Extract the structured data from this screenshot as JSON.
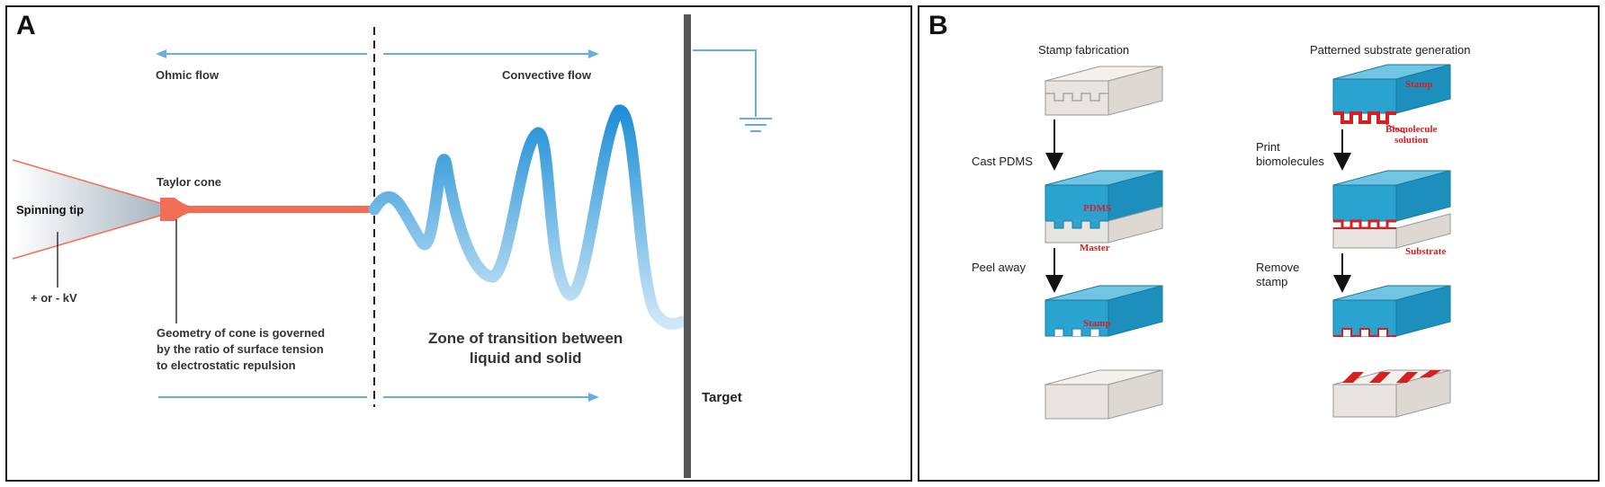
{
  "panel_a": {
    "letter": "A",
    "ohmic_flow": "Ohmic flow",
    "convective_flow": "Convective flow",
    "spinning_tip": "Spinning tip",
    "taylor_cone": "Taylor cone",
    "voltage": "+ or - kV",
    "geometry_note": [
      "Geometry of cone is governed",
      "by the ratio of surface tension",
      "to electrostatic repulsion"
    ],
    "zone_label": [
      "Zone of transition between",
      "liquid and solid"
    ],
    "target": "Target"
  },
  "panel_b": {
    "letter": "B",
    "stamp_fabrication": "Stamp fabrication",
    "patterned_substrate": "Patterned substrate generation",
    "cast_pdms": "Cast PDMS",
    "peel_away": "Peel away",
    "print_biomolecules": [
      "Print",
      "biomolecules"
    ],
    "remove_stamp": [
      "Remove",
      "stamp"
    ],
    "pdms_label": "PDMS",
    "master_label": "Master",
    "stamp_label_1": "Stamp",
    "stamp_label_2": "Stamp",
    "biomolecule_solution": [
      "Biomolecule",
      "solution"
    ],
    "substrate_label": "Substrate"
  },
  "colors": {
    "blue": "#2aa3d1",
    "orange": "#f26d55",
    "red": "#d42020",
    "arrow_blue": "#6aaee0",
    "grey": "#e8e4df"
  }
}
